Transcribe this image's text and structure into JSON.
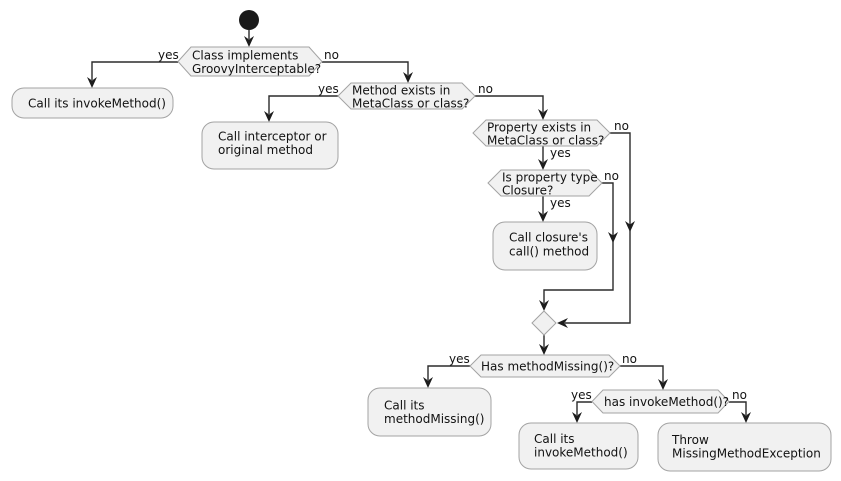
{
  "diagram_type": "activity-flowchart",
  "colors": {
    "background": "#ffffff",
    "node_fill": "#f1f1f1",
    "node_border": "#a3a3a3",
    "edge": "#2b2b2b",
    "text": "#121212",
    "start_node": "#1a1a1a"
  },
  "decisions": {
    "class_implements": {
      "line1": "Class implements",
      "line2": "GroovyInterceptable?",
      "yes_label": "yes",
      "no_label": "no"
    },
    "method_exists": {
      "line1": "Method exists in",
      "line2": "MetaClass or class?",
      "yes_label": "yes",
      "no_label": "no"
    },
    "property_exists": {
      "line1": "Property exists in",
      "line2": "MetaClass or class?",
      "yes_label": "yes",
      "no_label": "no"
    },
    "property_closure": {
      "line1": "Is property type",
      "line2": "Closure?",
      "yes_label": "yes",
      "no_label": "no"
    },
    "has_method_missing": {
      "line1": "Has methodMissing()?",
      "yes_label": "yes",
      "no_label": "no"
    },
    "has_invoke_method": {
      "line1": "has invokeMethod()?",
      "yes_label": "yes",
      "no_label": "no"
    }
  },
  "actions": {
    "call_invoke_method": {
      "line1": "Call its invokeMethod()"
    },
    "call_interceptor": {
      "line1": "Call interceptor or",
      "line2": "original method"
    },
    "call_closure": {
      "line1": "Call closure's",
      "line2": "call() method"
    },
    "call_method_missing": {
      "line1": "Call its",
      "line2": "methodMissing()"
    },
    "call_its_invoke_method": {
      "line1": "Call its",
      "line2": "invokeMethod()"
    },
    "throw_exception": {
      "line1": "Throw",
      "line2": "MissingMethodException"
    }
  }
}
